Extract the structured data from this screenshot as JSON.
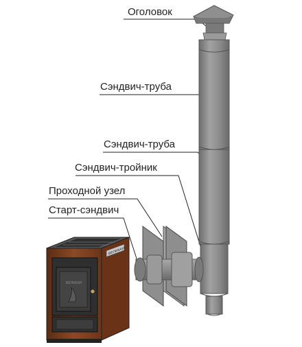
{
  "labels": {
    "cap": "Оголовок",
    "sandwich_pipe_1": "Сэндвич-труба",
    "sandwich_pipe_2": "Сэндвич-труба",
    "sandwich_tee": "Сэндвич-тройник",
    "pass_through": "Проходной узел",
    "start_sandwich": "Старт-сэндвич"
  },
  "stove": {
    "badge_text": "ВЕЛИКАН",
    "door_text": "ВЕЛИКАН"
  },
  "colors": {
    "pipe": "#8d8d8d",
    "pipe_dark": "#6f6f6f",
    "stove_body": "#7a3f20",
    "stove_frame": "#3a3a3a",
    "label_line": "#222222"
  }
}
